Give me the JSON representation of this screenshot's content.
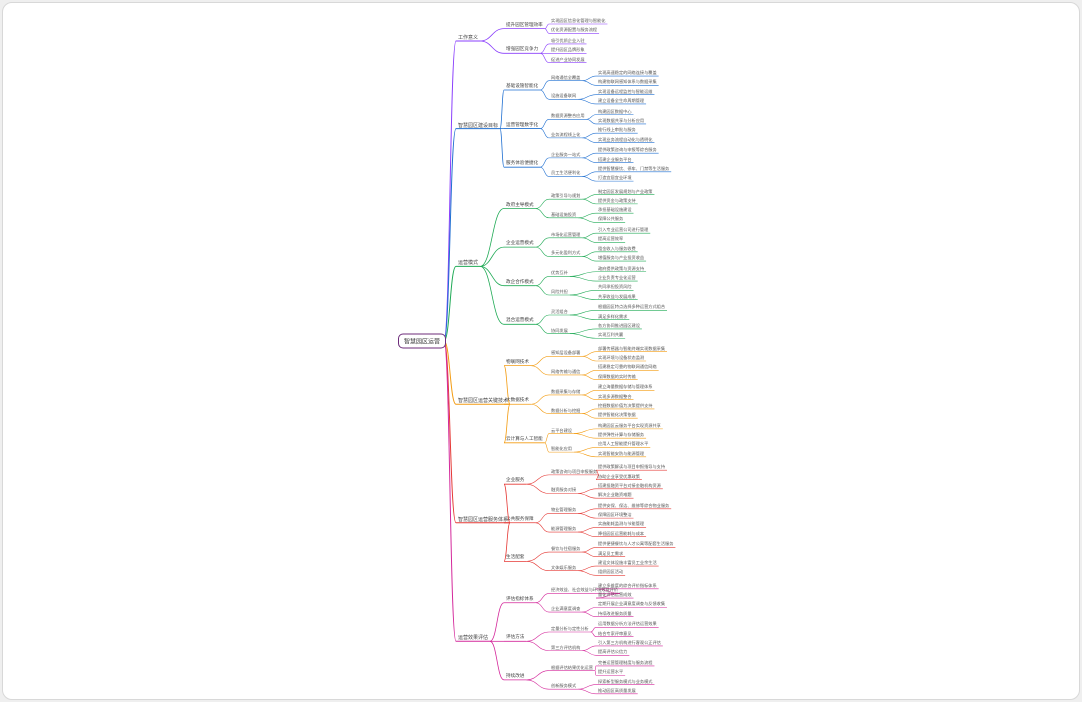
{
  "root": "智慧园区运营",
  "branches": [
    {
      "label": "工作意义",
      "color": "#8a3ffc",
      "children": [
        {
          "label": "提升园区管理效率",
          "children": [
            {
              "label": "实现园区信息化管理与智能化"
            },
            {
              "label": "优化资源配置与服务流程"
            }
          ]
        },
        {
          "label": "增强园区竞争力",
          "children": [
            {
              "label": "吸引优质企业入驻"
            },
            {
              "label": "提升园区品牌形象"
            },
            {
              "label": "促进产业协同发展"
            }
          ]
        }
      ]
    },
    {
      "label": "智慧园区建设目标",
      "color": "#1f6fd1",
      "children": [
        {
          "label": "基础设施智能化",
          "children": [
            {
              "label": "网络通信全覆盖",
              "children": [
                {
                  "label": "实现高速稳定的网络连接与覆盖"
                },
                {
                  "label": "构建物联网感知体系与数据采集"
                }
              ]
            },
            {
              "label": "设施设备联网",
              "children": [
                {
                  "label": "实现设备远程监控与智能运维"
                },
                {
                  "label": "建立设备全生命周期管理"
                }
              ]
            }
          ]
        },
        {
          "label": "运营管理数字化",
          "children": [
            {
              "label": "数据资源整合应用",
              "children": [
                {
                  "label": "构建园区数据中心"
                },
                {
                  "label": "实现数据共享与分析应用"
                }
              ]
            },
            {
              "label": "业务流程线上化",
              "children": [
                {
                  "label": "推行线上审批与服务"
                },
                {
                  "label": "实现业务流程自动化与透明化"
                }
              ]
            }
          ]
        },
        {
          "label": "服务体验便捷化",
          "children": [
            {
              "label": "企业服务一站式",
              "children": [
                {
                  "label": "提供政策咨询与申报等综合服务"
                },
                {
                  "label": "搭建企业服务平台"
                }
              ]
            },
            {
              "label": "员工生活便利化",
              "children": [
                {
                  "label": "提供智慧餐饮、停车、门禁等生活服务"
                },
                {
                  "label": "打造宜居宜业环境"
                }
              ]
            }
          ]
        }
      ]
    },
    {
      "label": "运营模式",
      "color": "#1faa55",
      "children": [
        {
          "label": "政府主导模式",
          "children": [
            {
              "label": "政策引导与规划",
              "children": [
                {
                  "label": "制定园区发展规划与产业政策"
                },
                {
                  "label": "提供资金与政策支持"
                }
              ]
            },
            {
              "label": "基础设施投资",
              "children": [
                {
                  "label": "承担基础设施建设"
                },
                {
                  "label": "保障公共服务"
                }
              ]
            }
          ]
        },
        {
          "label": "企业运营模式",
          "children": [
            {
              "label": "市场化运营管理",
              "children": [
                {
                  "label": "引入专业运营公司进行管理"
                },
                {
                  "label": "提高运营效率"
                }
              ]
            },
            {
              "label": "多元化盈利方式",
              "children": [
                {
                  "label": "租金收入与服务收费"
                },
                {
                  "label": "增值服务与产业投资收益"
                }
              ]
            }
          ]
        },
        {
          "label": "政企合作模式",
          "children": [
            {
              "label": "优势互补",
              "children": [
                {
                  "label": "政府提供政策与资源支持"
                },
                {
                  "label": "企业负责专业化运营"
                }
              ]
            },
            {
              "label": "风险共担",
              "children": [
                {
                  "label": "共同承担投资风险"
                },
                {
                  "label": "共享收益与发展成果"
                }
              ]
            }
          ]
        },
        {
          "label": "混合运营模式",
          "children": [
            {
              "label": "灵活组合",
              "children": [
                {
                  "label": "根据园区特点选择多种运营方式组合"
                },
                {
                  "label": "满足多样化需求"
                }
              ]
            },
            {
              "label": "协同发展",
              "children": [
                {
                  "label": "各方协同推进园区建设"
                },
                {
                  "label": "实现互利共赢"
                }
              ]
            }
          ]
        }
      ]
    },
    {
      "label": "智慧园区运营关键技术",
      "color": "#f39c12",
      "children": [
        {
          "label": "物联网技术",
          "children": [
            {
              "label": "感知层设备部署",
              "children": [
                {
                  "label": "部署传感器与智能终端实现数据采集"
                },
                {
                  "label": "实现环境与设备状态监测"
                }
              ]
            },
            {
              "label": "网络传输与通信",
              "children": [
                {
                  "label": "搭建稳定可靠的物联网通信网络"
                },
                {
                  "label": "保障数据的实时传输"
                }
              ]
            }
          ]
        },
        {
          "label": "大数据技术",
          "children": [
            {
              "label": "数据采集与存储",
              "children": [
                {
                  "label": "建立海量数据存储与管理体系"
                },
                {
                  "label": "实现多源数据整合"
                }
              ]
            },
            {
              "label": "数据分析与挖掘",
              "children": [
                {
                  "label": "挖掘数据价值为决策提供支持"
                },
                {
                  "label": "提供智能化决策依据"
                }
              ]
            }
          ]
        },
        {
          "label": "云计算与人工智能",
          "children": [
            {
              "label": "云平台建设",
              "children": [
                {
                  "label": "构建园区云服务平台实现资源共享"
                },
                {
                  "label": "提供弹性计算与存储服务"
                }
              ]
            },
            {
              "label": "智能化应用",
              "children": [
                {
                  "label": "应用人工智能提升管理水平"
                },
                {
                  "label": "实现智能安防与能源管理"
                }
              ]
            }
          ]
        }
      ]
    },
    {
      "label": "智慧园区运营服务体系",
      "color": "#e53935",
      "children": [
        {
          "label": "企业服务",
          "children": [
            {
              "label": "政策咨询与项目申报服务",
              "children": [
                {
                  "label": "提供政策解读与项目申报指导与支持"
                },
                {
                  "label": "协助企业享受优惠政策"
                }
              ]
            },
            {
              "label": "融资服务对接",
              "children": [
                {
                  "label": "搭建投融资平台对接金融机构资源"
                },
                {
                  "label": "解决企业融资难题"
                }
              ]
            }
          ]
        },
        {
          "label": "公共服务保障",
          "children": [
            {
              "label": "物业管理服务",
              "children": [
                {
                  "label": "提供安保、保洁、维修等综合物业服务"
                },
                {
                  "label": "保障园区环境整洁"
                }
              ]
            },
            {
              "label": "能源管理服务",
              "children": [
                {
                  "label": "实施能耗监测与节能管理"
                },
                {
                  "label": "降低园区运营能耗与成本"
                }
              ]
            }
          ]
        },
        {
          "label": "生活配套",
          "children": [
            {
              "label": "餐饮与住宿服务",
              "children": [
                {
                  "label": "提供便捷餐饮与人才公寓等配套生活服务"
                },
                {
                  "label": "满足员工需求"
                }
              ]
            },
            {
              "label": "文体娱乐服务",
              "children": [
                {
                  "label": "建设文体设施丰富员工业余生活"
                },
                {
                  "label": "组织园区活动"
                }
              ]
            }
          ]
        }
      ]
    },
    {
      "label": "运营效果评估",
      "color": "#d4289b",
      "children": [
        {
          "label": "评估指标体系",
          "children": [
            {
              "label": "经济效益、社会效益与环境效益评价",
              "children": [
                {
                  "label": "建立多维度的综合评价指标体系"
                },
                {
                  "label": "量化评估运营成效"
                }
              ]
            },
            {
              "label": "企业满意度调查",
              "children": [
                {
                  "label": "定期开展企业满意度调查与反馈收集"
                },
                {
                  "label": "持续改进服务质量"
                }
              ]
            }
          ]
        },
        {
          "label": "评估方法",
          "children": [
            {
              "label": "定量分析与定性分析",
              "children": [
                {
                  "label": "运用数据分析方法评估运营效果"
                },
                {
                  "label": "结合专家评审意见"
                }
              ]
            },
            {
              "label": "第三方评估机构",
              "children": [
                {
                  "label": "引入第三方机构进行客观公正评估"
                },
                {
                  "label": "提高评估公信力"
                }
              ]
            }
          ]
        },
        {
          "label": "持续改进",
          "children": [
            {
              "label": "根据评估结果优化运营",
              "children": [
                {
                  "label": "完善运营管理制度与服务流程"
                },
                {
                  "label": "提升运营水平"
                }
              ]
            },
            {
              "label": "创新服务模式",
              "children": [
                {
                  "label": "探索新型服务模式与业务模式"
                },
                {
                  "label": "推动园区高质量发展"
                }
              ]
            }
          ]
        }
      ]
    }
  ]
}
